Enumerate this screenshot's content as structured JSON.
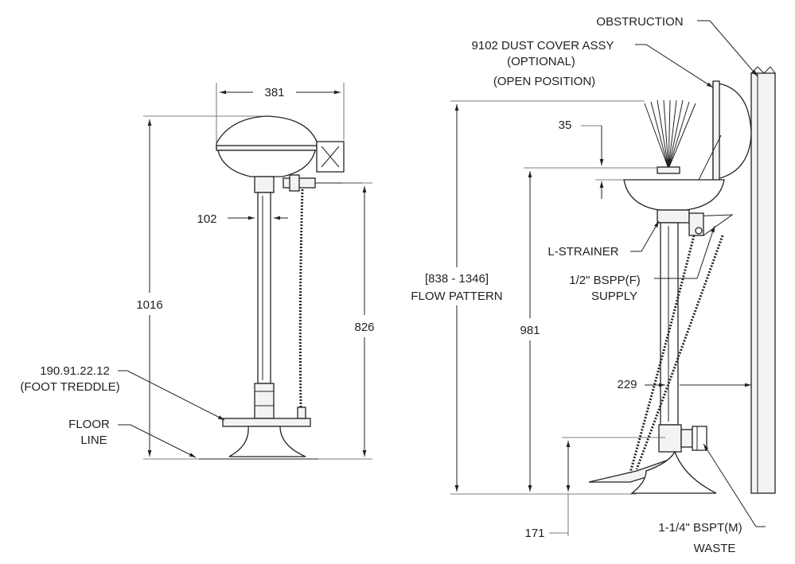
{
  "left_view": {
    "dim_width": "381",
    "dim_bowl_offset": "102",
    "dim_height": "1016",
    "dim_pipe_height": "826",
    "treadle_code": "190.91.22.12",
    "treadle_note": "(FOOT TREDDLE)",
    "floor_line_1": "FLOOR",
    "floor_line_2": "LINE"
  },
  "right_view": {
    "obstruction": "OBSTRUCTION",
    "dust_cover_1": "9102 DUST COVER ASSY",
    "dust_cover_2": "(OPTIONAL)",
    "dust_cover_3": "(OPEN POSITION)",
    "dim_spray": "35",
    "flow_range": "[838 - 1346]",
    "flow_label": "FLOW PATTERN",
    "dim_height": "981",
    "strainer": "L-STRAINER",
    "supply_1": "1/2\" BSPP(F)",
    "supply_2": "SUPPLY",
    "dim_wall": "229",
    "dim_waste": "171",
    "waste_1": "1-1/4\" BSPT(M)",
    "waste_2": "WASTE"
  }
}
